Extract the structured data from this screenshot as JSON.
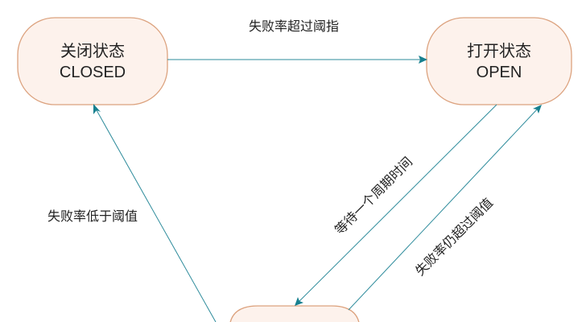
{
  "states": {
    "closed": {
      "cn": "关闭状态",
      "en": "CLOSED"
    },
    "open": {
      "cn": "打开状态",
      "en": "OPEN"
    }
  },
  "transitions": {
    "closed_to_open": "失败率超过阈指",
    "half_to_closed": "失败率低于阈值",
    "open_to_half": "等待一个周期时间",
    "half_to_open": "失败率仍超过阈值"
  },
  "colors": {
    "state_fill": "#fdf2ec",
    "state_border": "#dca27e",
    "edge": "#2d8b9b"
  }
}
